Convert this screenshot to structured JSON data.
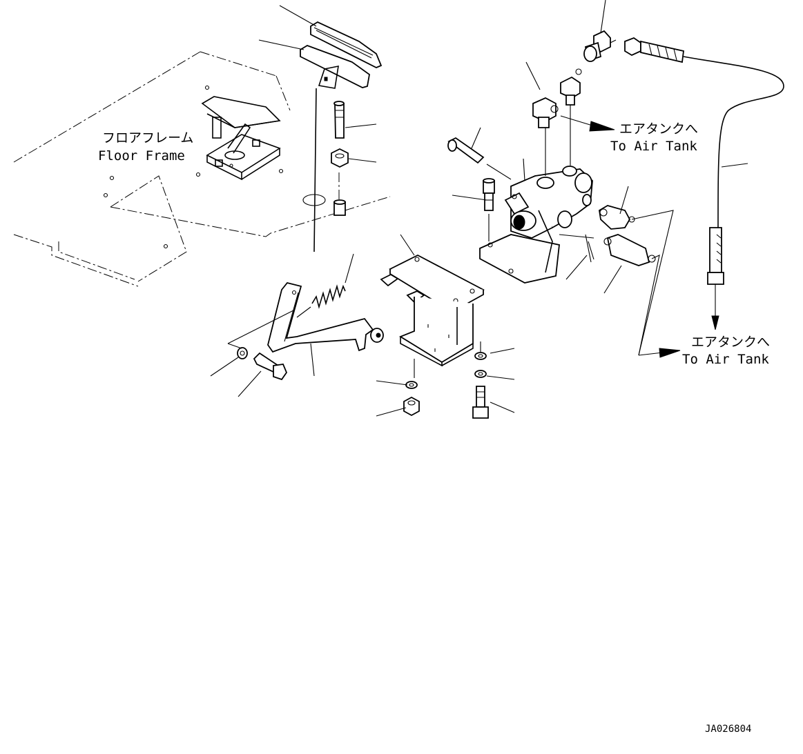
{
  "labels": {
    "floor_frame_jp": "フロアフレーム",
    "floor_frame_en": "Floor Frame",
    "air_tank_upper_jp": "エアタンクへ",
    "air_tank_upper_en": "To Air Tank",
    "air_tank_lower_jp": "エアタンクへ",
    "air_tank_lower_en": "To Air Tank"
  },
  "drawing_code": "JA026804"
}
